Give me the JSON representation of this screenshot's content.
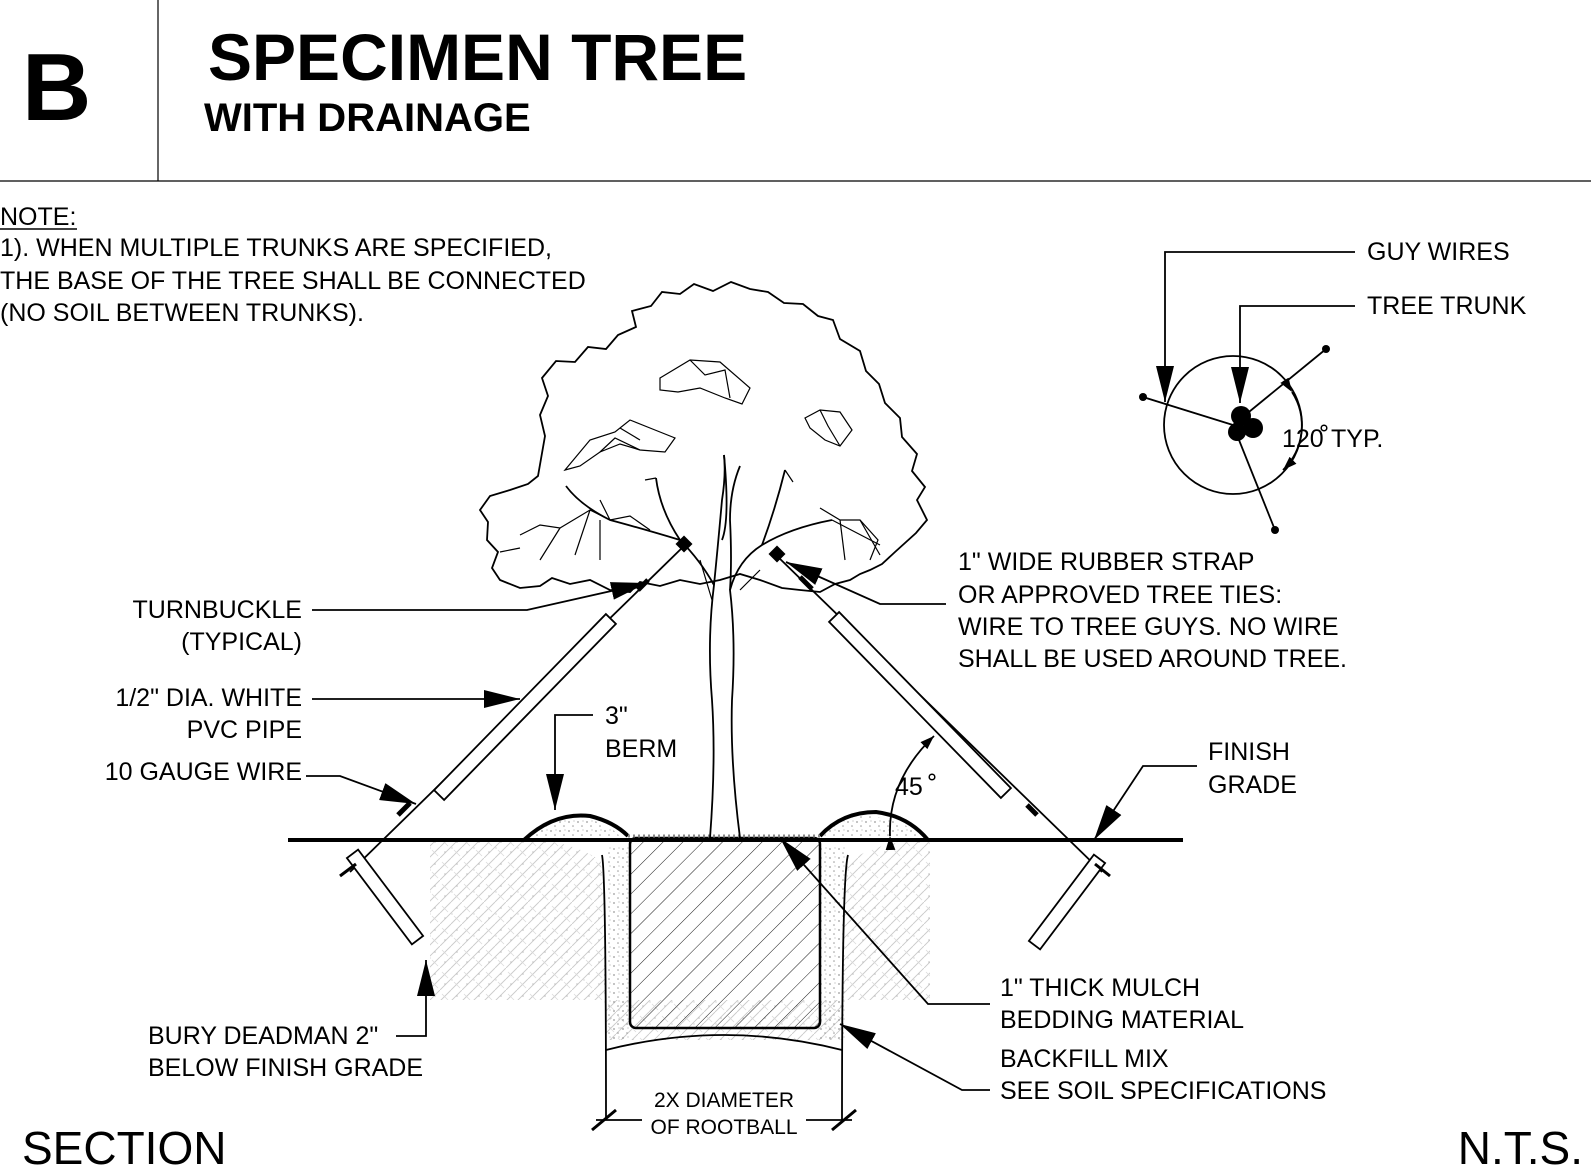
{
  "header": {
    "letter": "B",
    "title": "SPECIMEN TREE",
    "subtitle": "WITH DRAINAGE"
  },
  "note": {
    "heading": "NOTE:",
    "lines": [
      "1). WHEN MULTIPLE TRUNKS ARE SPECIFIED,",
      "THE BASE OF THE TREE SHALL BE CONNECTED",
      "(NO SOIL BETWEEN TRUNKS)."
    ]
  },
  "plan_view": {
    "guy_wires": "GUY WIRES",
    "tree_trunk": "TREE TRUNK",
    "angle": "120",
    "angle_suffix": "TYP."
  },
  "labels": {
    "turnbuckle": [
      "TURNBUCKLE",
      "(TYPICAL)"
    ],
    "pvc_pipe": [
      "1/2\" DIA. WHITE",
      "PVC PIPE"
    ],
    "gauge_wire": "10 GAUGE WIRE",
    "berm": [
      "3\"",
      "BERM"
    ],
    "angle_45": "45",
    "strap": [
      "1\" WIDE RUBBER STRAP",
      "OR APPROVED TREE TIES:",
      "WIRE TO TREE GUYS. NO WIRE",
      "SHALL BE USED AROUND TREE."
    ],
    "finish_grade": [
      "FINISH",
      "GRADE"
    ],
    "deadman": [
      "BURY DEADMAN 2\"",
      "BELOW FINISH GRADE"
    ],
    "mulch": [
      "1\" THICK MULCH",
      "BEDDING MATERIAL"
    ],
    "backfill": [
      "BACKFILL MIX",
      "SEE SOIL SPECIFICATIONS"
    ],
    "diameter": [
      "2X DIAMETER",
      "OF ROOTBALL"
    ]
  },
  "footer": {
    "section": "SECTION",
    "scale": "N.T.S."
  }
}
